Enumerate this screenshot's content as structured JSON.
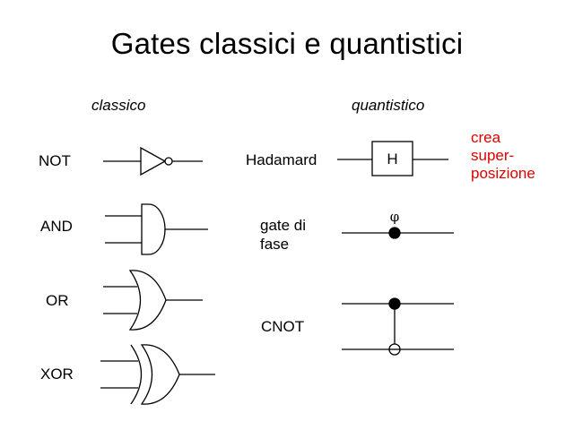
{
  "title": "Gates classici e quantistici",
  "headers": {
    "classic": "classico",
    "quantum": "quantistico"
  },
  "classical_gates": {
    "not": "NOT",
    "and": "AND",
    "or": "OR",
    "xor": "XOR"
  },
  "quantum_gates": {
    "hadamard": "Hadamard",
    "hadamard_symbol": "H",
    "phase_line1": "gate di",
    "phase_line2": "fase",
    "phase_symbol": "φ",
    "cnot": "CNOT"
  },
  "note": {
    "line1": "crea",
    "line2": "super-",
    "line3": "posizione",
    "color": "#e00000"
  }
}
